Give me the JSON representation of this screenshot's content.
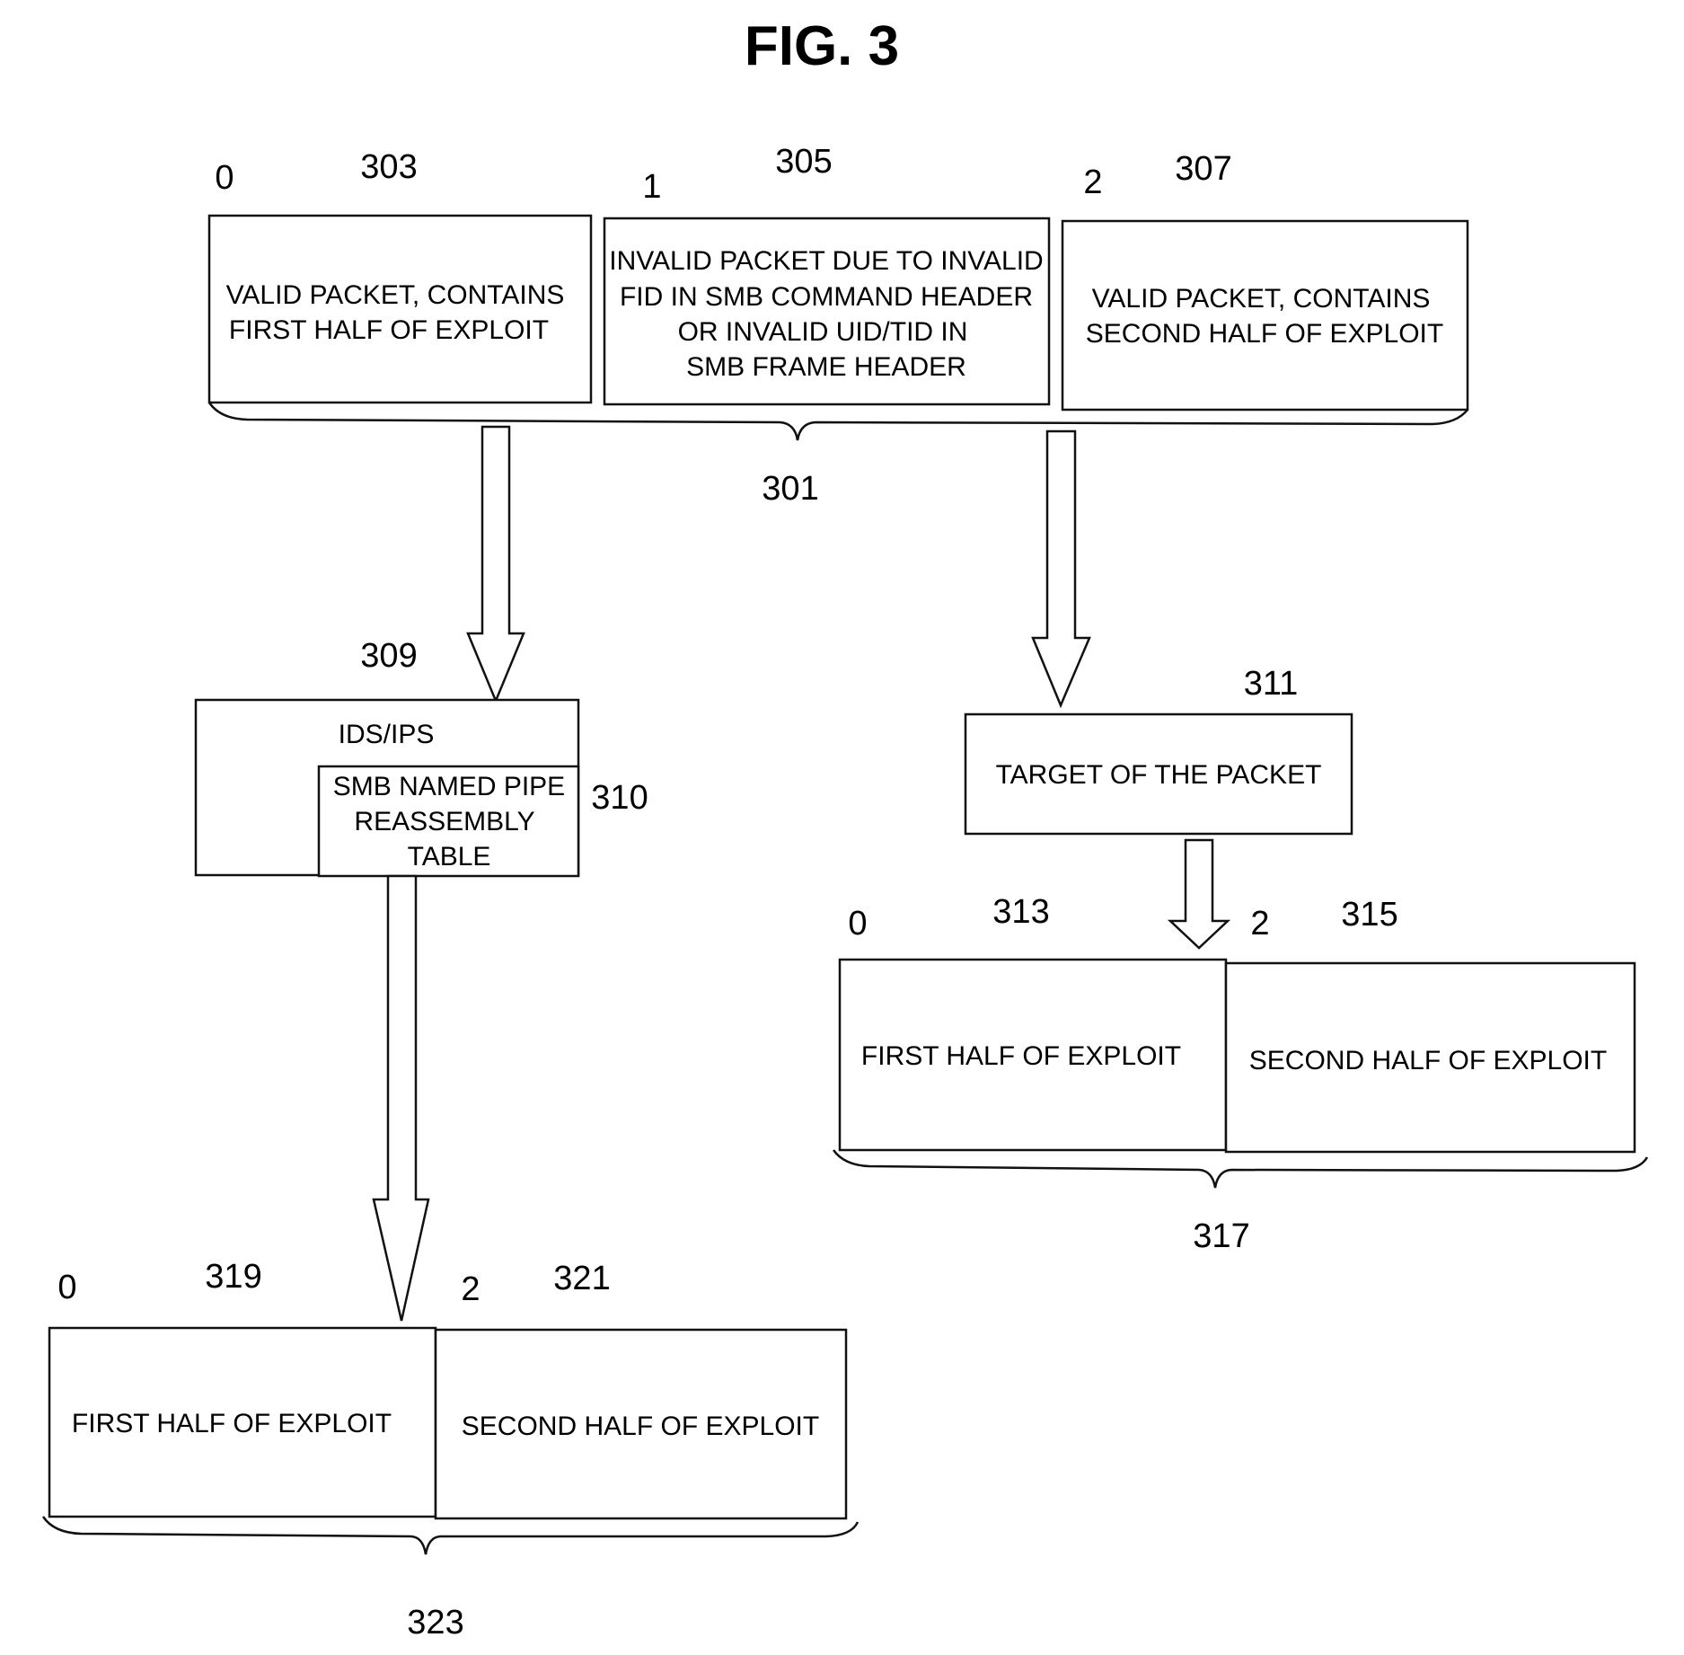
{
  "figure": {
    "title": "FIG. 3"
  },
  "top_packet": {
    "ref": "301",
    "segments": [
      {
        "index": "0",
        "ref": "303",
        "lines": [
          "VALID PACKET, CONTAINS",
          "FIRST HALF OF EXPLOIT"
        ]
      },
      {
        "index": "1",
        "ref": "305",
        "lines": [
          "INVALID PACKET DUE TO INVALID",
          "FID IN SMB COMMAND HEADER",
          "OR INVALID UID/TID IN",
          "SMB FRAME HEADER"
        ]
      },
      {
        "index": "2",
        "ref": "307",
        "lines": [
          "VALID PACKET, CONTAINS",
          "SECOND HALF OF EXPLOIT"
        ]
      }
    ]
  },
  "ids_ips": {
    "ref": "309",
    "label": "IDS/IPS",
    "table": {
      "ref": "310",
      "lines": [
        "SMB NAMED PIPE",
        "REASSEMBLY",
        "TABLE"
      ]
    }
  },
  "target": {
    "ref": "311",
    "label": "TARGET OF THE PACKET"
  },
  "target_result": {
    "ref": "317",
    "segments": [
      {
        "index": "0",
        "ref": "313",
        "label": "FIRST HALF OF EXPLOIT"
      },
      {
        "index": "2",
        "ref": "315",
        "label": "SECOND HALF OF EXPLOIT"
      }
    ]
  },
  "ids_result": {
    "ref": "323",
    "segments": [
      {
        "index": "0",
        "ref": "319",
        "label": "FIRST HALF OF EXPLOIT"
      },
      {
        "index": "2",
        "ref": "321",
        "label": "SECOND HALF OF EXPLOIT"
      }
    ]
  }
}
